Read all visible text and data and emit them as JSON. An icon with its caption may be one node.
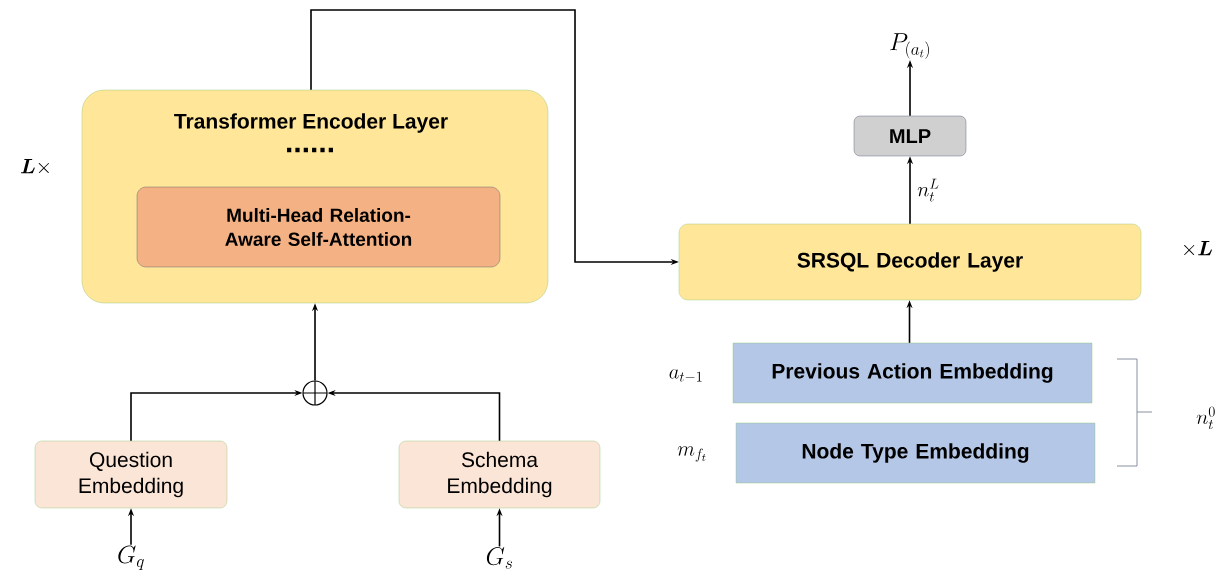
{
  "diagram": {
    "nodes": [
      {
        "text": [
          "Transformer Encoder Layer",
          "......"
        ]
      },
      {
        "text": [
          "Multi-Head Relation-Aware Self-Attention"
        ],
        "in": 0
      },
      {
        "text": [],
        "shape": "circle"
      },
      {
        "text": [
          "Question Embedding"
        ]
      },
      {
        "text": [
          "Schema Embedding"
        ]
      },
      {
        "text": [
          "G_q"
        ]
      },
      {
        "text": [
          "G_s"
        ]
      },
      {
        "text": [
          "SRSQL Decoder Layer"
        ]
      },
      {
        "text": [
          "MLP"
        ]
      },
      {
        "text": [
          "P_{(a_t)}"
        ]
      },
      {
        "text": [
          "Previous Action Embedding"
        ],
        "beside": [
          "a_{t-1}"
        ]
      },
      {
        "text": [
          "Node Type Embedding"
        ],
        "beside": [
          "m_{f_t}"
        ]
      }
    ],
    "edges": [
      {
        "from": 0,
        "to": 7,
        "arrow": "to"
      },
      {
        "from": 2,
        "to": 0,
        "arrow": "to"
      },
      {
        "from": 3,
        "to": 2,
        "arrow": "to"
      },
      {
        "from": 4,
        "to": 2,
        "arrow": "to"
      },
      {
        "from": 5,
        "to": 3,
        "arrow": "to"
      },
      {
        "from": 6,
        "to": 4,
        "arrow": "to"
      },
      {
        "from": 10,
        "to": 7,
        "arrow": "to"
      },
      {
        "from": 7,
        "to": 8,
        "arrow": "to",
        "label": "n_t^L"
      },
      {
        "from": 8,
        "to": 9,
        "arrow": "to"
      }
    ],
    "labels": [
      "\\boldsymbol{L} \\times",
      "\\times \\boldsymbol{L}",
      "n_t^0"
    ]
  }
}
